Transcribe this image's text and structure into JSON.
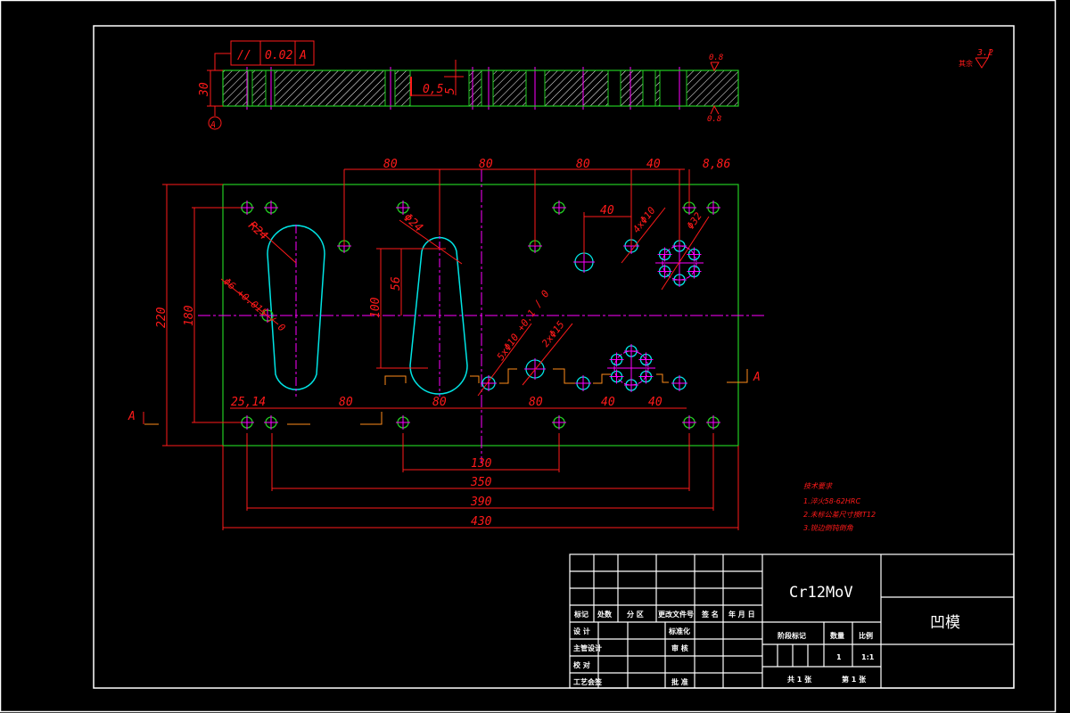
{
  "drawing": {
    "title": "凹模",
    "material": "Cr12MoV",
    "colors": {
      "background": "#000000",
      "frame": "#ffffff",
      "outline": "#22cc22",
      "dimension": "#ff1a1a",
      "centerline": "#ff00ff",
      "contour": "#00e5e5",
      "section_line": "#ff8c1a"
    }
  },
  "side_view": {
    "tolerance_frame": {
      "symbol": "//",
      "value": "0.02",
      "datum": "A"
    },
    "thickness_dim": "30",
    "datum_label": "A",
    "step_width_dim": "0,5",
    "step_depth_dim": "5",
    "surface_top": "0.8",
    "surface_bottom": "0.8"
  },
  "general_roughness": {
    "label": "其余",
    "value": "3.2"
  },
  "plan_view": {
    "top_dims": [
      "80",
      "80",
      "80",
      "40",
      "8,86"
    ],
    "inner_dim_40": "40",
    "left_dims": {
      "overall": "220",
      "holes": "180"
    },
    "punch_dims": {
      "r24": "R24",
      "phi24": "Φ24",
      "h56": "56",
      "h100": "100"
    },
    "hole_callouts": {
      "pin": "Φ6 +0.015 / 0",
      "h4x10": "4xΦ10",
      "phi32": "Φ32",
      "h5x10": "5xΦ10 +0.1 / 0",
      "h2x15": "2xΦ15"
    },
    "row_dims": [
      "25,14",
      "80",
      "80",
      "80",
      "40",
      "40"
    ],
    "bottom_dims": [
      "130",
      "350",
      "390",
      "430"
    ],
    "section_label": "A"
  },
  "tech_requirements": {
    "heading": "技术要求",
    "items": [
      "1.淬火58-62HRC",
      "2.未标公差尺寸按IT12",
      "3.锐边倒钝倒角"
    ]
  },
  "title_block": {
    "header_row": [
      "标记",
      "处数",
      "分 区",
      "更改文件号",
      "签 名",
      "年 月 日"
    ],
    "rows": [
      [
        "设 计",
        "",
        "",
        "标准化",
        "",
        ""
      ],
      [
        "主管设计",
        "",
        "",
        "审 核",
        "",
        ""
      ],
      [
        "校 对",
        "",
        "",
        "",
        "",
        ""
      ],
      [
        "工艺会签",
        "",
        "",
        "批 准",
        "",
        ""
      ]
    ],
    "stage_label": "阶段标记",
    "quantity_label": "数量",
    "scale_label": "比例",
    "quantity": "1",
    "scale": "1:1",
    "sheets_total": "共 1 张",
    "sheet_no": "第 1 张"
  }
}
